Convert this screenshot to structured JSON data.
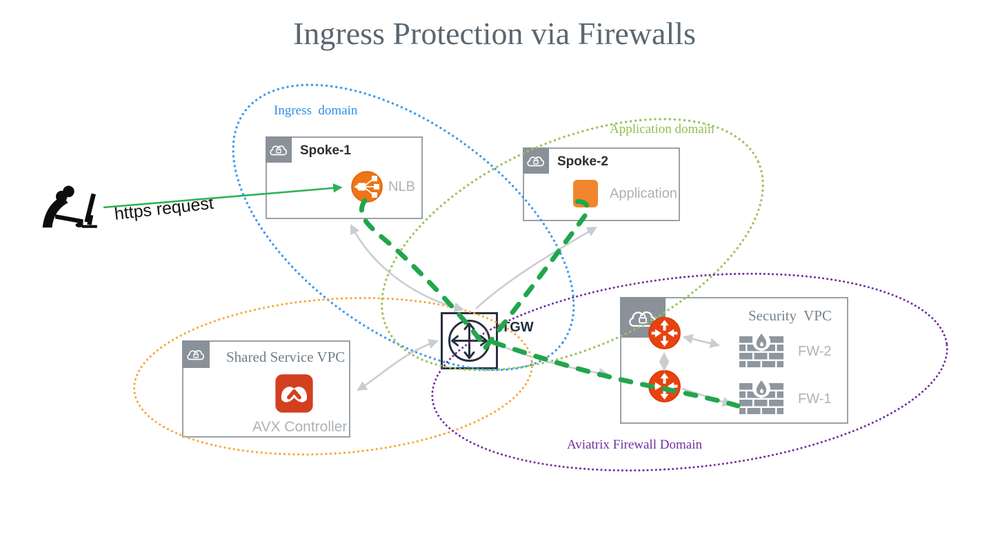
{
  "title": {
    "text": "Ingress Protection via Firewalls"
  },
  "request": {
    "label": "https request",
    "color": "#2EB155"
  },
  "domains": {
    "ingress": {
      "label": "Ingress  domain",
      "color": "#3E9BF1"
    },
    "application": {
      "label": "Application domain",
      "color": "#9CC45E"
    },
    "shared_service": {
      "color": "#F8A93E"
    },
    "aviatrix_firewall": {
      "label": "Aviatrix Firewall Domain",
      "color": "#7030A0"
    }
  },
  "boxes": {
    "spoke1": {
      "title": "Spoke-1",
      "item_label": "NLB"
    },
    "spoke2": {
      "title": "Spoke-2",
      "item_label": "Application"
    },
    "shared_service": {
      "title": "Shared Service VPC",
      "item_label": "AVX Controller"
    },
    "security": {
      "title": "Security  VPC",
      "fw2_label": "FW-2",
      "fw1_label": "FW-1"
    }
  },
  "tgw": {
    "label": "TGW"
  },
  "flow": {
    "traffic_color": "#21A64C",
    "link_color": "#C9CDD0"
  }
}
